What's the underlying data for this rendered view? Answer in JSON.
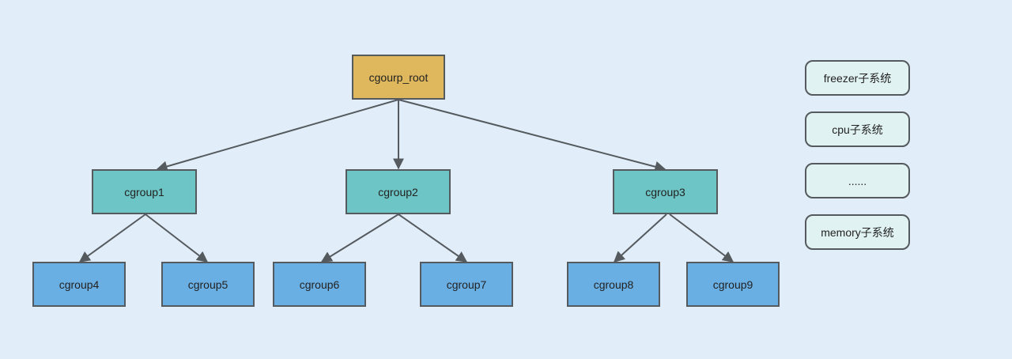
{
  "colors": {
    "background": "#e1eef9",
    "root_fill": "#dfb85d",
    "level1_fill": "#6ec5c5",
    "level2_fill": "#6aafe3",
    "pill_fill": "#e1f2f2",
    "stroke": "#555a5e"
  },
  "tree": {
    "root": "cgourp_root",
    "level1": [
      "cgroup1",
      "cgroup2",
      "cgroup3"
    ],
    "level2": [
      "cgroup4",
      "cgroup5",
      "cgroup6",
      "cgroup7",
      "cgroup8",
      "cgroup9"
    ]
  },
  "subsystems": [
    "freezer子系统",
    "cpu子系统",
    "......",
    "memory子系统"
  ]
}
